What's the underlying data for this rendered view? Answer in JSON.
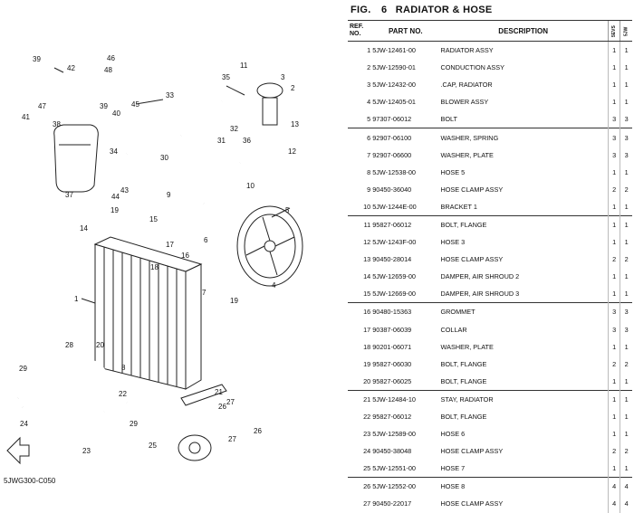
{
  "figure": {
    "label": "FIG.",
    "number": "6",
    "title": "RADIATOR & HOSE"
  },
  "headers": {
    "ref": "REF.\nNO.",
    "part_no": "PART NO.",
    "description": "DESCRIPTION",
    "qty1": "5EVS",
    "qty2": "5JW"
  },
  "diagram_code": "5JWG300-C050",
  "callouts": [
    "39",
    "46",
    "48",
    "42",
    "41",
    "47",
    "40",
    "38",
    "45",
    "34",
    "37",
    "44",
    "43",
    "33",
    "39",
    "11",
    "35",
    "3",
    "2",
    "32",
    "31",
    "36",
    "13",
    "30",
    "12",
    "10",
    "9",
    "14",
    "19",
    "15",
    "5",
    "4",
    "17",
    "16",
    "18",
    "6",
    "7",
    "1",
    "19",
    "20",
    "8",
    "28",
    "22",
    "21",
    "29",
    "26",
    "27",
    "24",
    "26",
    "23",
    "27",
    "25",
    "29"
  ],
  "parts": [
    {
      "ref": "1",
      "pn": "5JW-12461-00",
      "desc": "RADIATOR ASSY",
      "q1": "1",
      "q2": "1",
      "grp": true
    },
    {
      "ref": "2",
      "pn": "5JW-12590-01",
      "desc": "CONDUCTION ASSY",
      "q1": "1",
      "q2": "1",
      "grp": false
    },
    {
      "ref": "3",
      "pn": "5JW-12432-00",
      "desc": ".CAP, RADIATOR",
      "q1": "1",
      "q2": "1",
      "grp": false
    },
    {
      "ref": "4",
      "pn": "5JW-12405-01",
      "desc": "BLOWER ASSY",
      "q1": "1",
      "q2": "1",
      "grp": false
    },
    {
      "ref": "5",
      "pn": "97307-06012",
      "desc": "BOLT",
      "q1": "3",
      "q2": "3",
      "grp": false
    },
    {
      "ref": "6",
      "pn": "92907-06100",
      "desc": "WASHER, SPRING",
      "q1": "3",
      "q2": "3",
      "grp": true
    },
    {
      "ref": "7",
      "pn": "92907-06600",
      "desc": "WASHER, PLATE",
      "q1": "3",
      "q2": "3",
      "grp": false
    },
    {
      "ref": "8",
      "pn": "5JW-12538-00",
      "desc": "HOSE 5",
      "q1": "1",
      "q2": "1",
      "grp": false
    },
    {
      "ref": "9",
      "pn": "90450-36040",
      "desc": "HOSE CLAMP ASSY",
      "q1": "2",
      "q2": "2",
      "grp": false
    },
    {
      "ref": "10",
      "pn": "5JW-1244E-00",
      "desc": "BRACKET 1",
      "q1": "1",
      "q2": "1",
      "grp": false
    },
    {
      "ref": "11",
      "pn": "95827-06012",
      "desc": "BOLT, FLANGE",
      "q1": "1",
      "q2": "1",
      "grp": true
    },
    {
      "ref": "12",
      "pn": "5JW-1243F-00",
      "desc": "HOSE 3",
      "q1": "1",
      "q2": "1",
      "grp": false
    },
    {
      "ref": "13",
      "pn": "90450-28014",
      "desc": "HOSE CLAMP ASSY",
      "q1": "2",
      "q2": "2",
      "grp": false
    },
    {
      "ref": "14",
      "pn": "5JW-12659-00",
      "desc": "DAMPER, AIR SHROUD 2",
      "q1": "1",
      "q2": "1",
      "grp": false
    },
    {
      "ref": "15",
      "pn": "5JW-12669-00",
      "desc": "DAMPER, AIR SHROUD 3",
      "q1": "1",
      "q2": "1",
      "grp": false
    },
    {
      "ref": "16",
      "pn": "90480-15363",
      "desc": "GROMMET",
      "q1": "3",
      "q2": "3",
      "grp": true
    },
    {
      "ref": "17",
      "pn": "90387-06039",
      "desc": "COLLAR",
      "q1": "3",
      "q2": "3",
      "grp": false
    },
    {
      "ref": "18",
      "pn": "90201-06071",
      "desc": "WASHER, PLATE",
      "q1": "1",
      "q2": "1",
      "grp": false
    },
    {
      "ref": "19",
      "pn": "95827-06030",
      "desc": "BOLT, FLANGE",
      "q1": "2",
      "q2": "2",
      "grp": false
    },
    {
      "ref": "20",
      "pn": "95827-06025",
      "desc": "BOLT, FLANGE",
      "q1": "1",
      "q2": "1",
      "grp": false
    },
    {
      "ref": "21",
      "pn": "5JW-12484-10",
      "desc": "STAY, RADIATOR",
      "q1": "1",
      "q2": "1",
      "grp": true
    },
    {
      "ref": "22",
      "pn": "95827-06012",
      "desc": "BOLT, FLANGE",
      "q1": "1",
      "q2": "1",
      "grp": false
    },
    {
      "ref": "23",
      "pn": "5JW-12589-00",
      "desc": "HOSE 6",
      "q1": "1",
      "q2": "1",
      "grp": false
    },
    {
      "ref": "24",
      "pn": "90450-38048",
      "desc": "HOSE CLAMP ASSY",
      "q1": "2",
      "q2": "2",
      "grp": false
    },
    {
      "ref": "25",
      "pn": "5JW-12551-00",
      "desc": "HOSE 7",
      "q1": "1",
      "q2": "1",
      "grp": false
    },
    {
      "ref": "26",
      "pn": "5JW-12552-00",
      "desc": "HOSE 8",
      "q1": "4",
      "q2": "4",
      "grp": true
    },
    {
      "ref": "27",
      "pn": "90450-22017",
      "desc": "HOSE CLAMP ASSY",
      "q1": "4",
      "q2": "4",
      "grp": false
    }
  ]
}
